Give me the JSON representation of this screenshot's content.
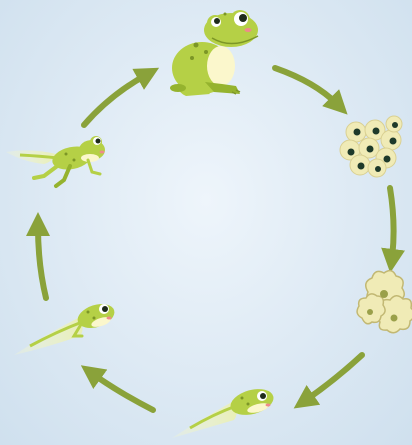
{
  "diagram": {
    "stages": [
      {
        "id": "adult-frog",
        "icon": "adult-frog-icon"
      },
      {
        "id": "frog-spawn",
        "icon": "frog-spawn-icon"
      },
      {
        "id": "hatching-eggs",
        "icon": "hatching-eggs-icon"
      },
      {
        "id": "tadpole",
        "icon": "tadpole-icon"
      },
      {
        "id": "tadpole-with-legs",
        "icon": "tadpole-with-legs-icon"
      },
      {
        "id": "froglet",
        "icon": "froglet-icon"
      }
    ],
    "arrow_color": "#8aa23a",
    "body_color": "#b5d046",
    "shade_color": "#95b32e",
    "belly_color": "#fbf7cc",
    "egg_color": "#f0ebb6",
    "embryo_color": "#1e3a2a",
    "background_color": "#dbe8f3"
  }
}
